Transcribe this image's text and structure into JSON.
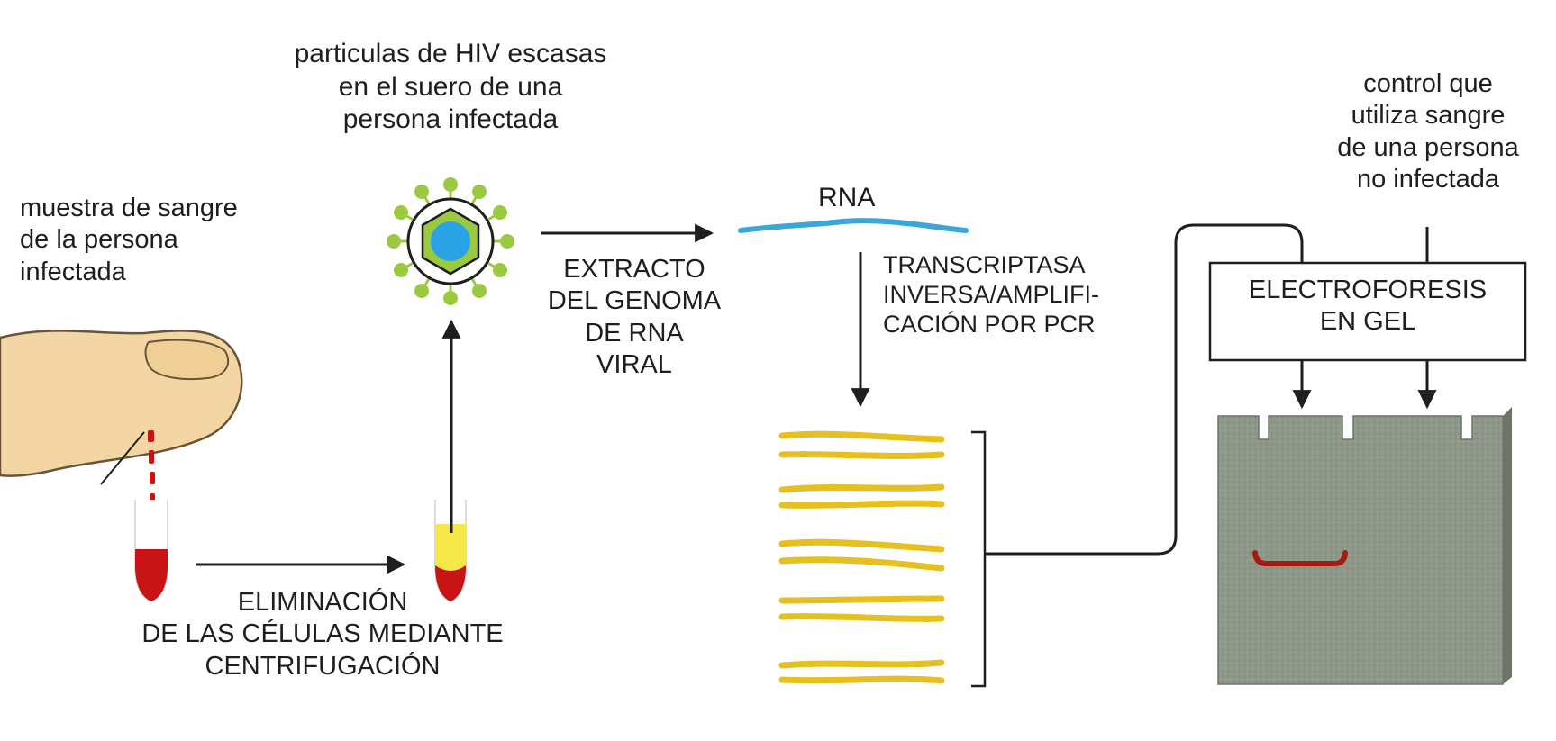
{
  "labels": {
    "blood_sample": [
      "muestra de sangre",
      "de la persona",
      "infectada"
    ],
    "hiv_particles": [
      "particulas de HIV escasas",
      "en el suero de una",
      "persona infectada"
    ],
    "cell_removal": [
      "ELIMINACIÓN",
      "DE LAS CÉLULAS MEDIANTE",
      "CENTRIFUGACIÓN"
    ],
    "genome_extract": [
      "EXTRACTO",
      "DEL GENOMA",
      "DE RNA",
      "VIRAL"
    ],
    "rna": "RNA",
    "rt_pcr": [
      "TRANSCRIPTASA",
      "INVERSA/AMPLIFI-",
      "CACIÓN POR PCR"
    ],
    "control": [
      "control que",
      "utiliza sangre",
      "de una persona",
      "no infectada"
    ],
    "electrophoresis": [
      "ELECTROFORESIS",
      "EN GEL"
    ]
  },
  "colors": {
    "background": "#ffffff",
    "finger": "#f3d6a4",
    "blood": "#c81414",
    "serum": "#f7e84a",
    "virus_spikes": "#9bc940",
    "virus_core": "#2aa3e6",
    "rna_strand": "#3aa6dc",
    "dna_copies": "#e6c020",
    "gel": "#8f978a",
    "gel_band": "#a61a10",
    "text": "#1e1e1e"
  }
}
